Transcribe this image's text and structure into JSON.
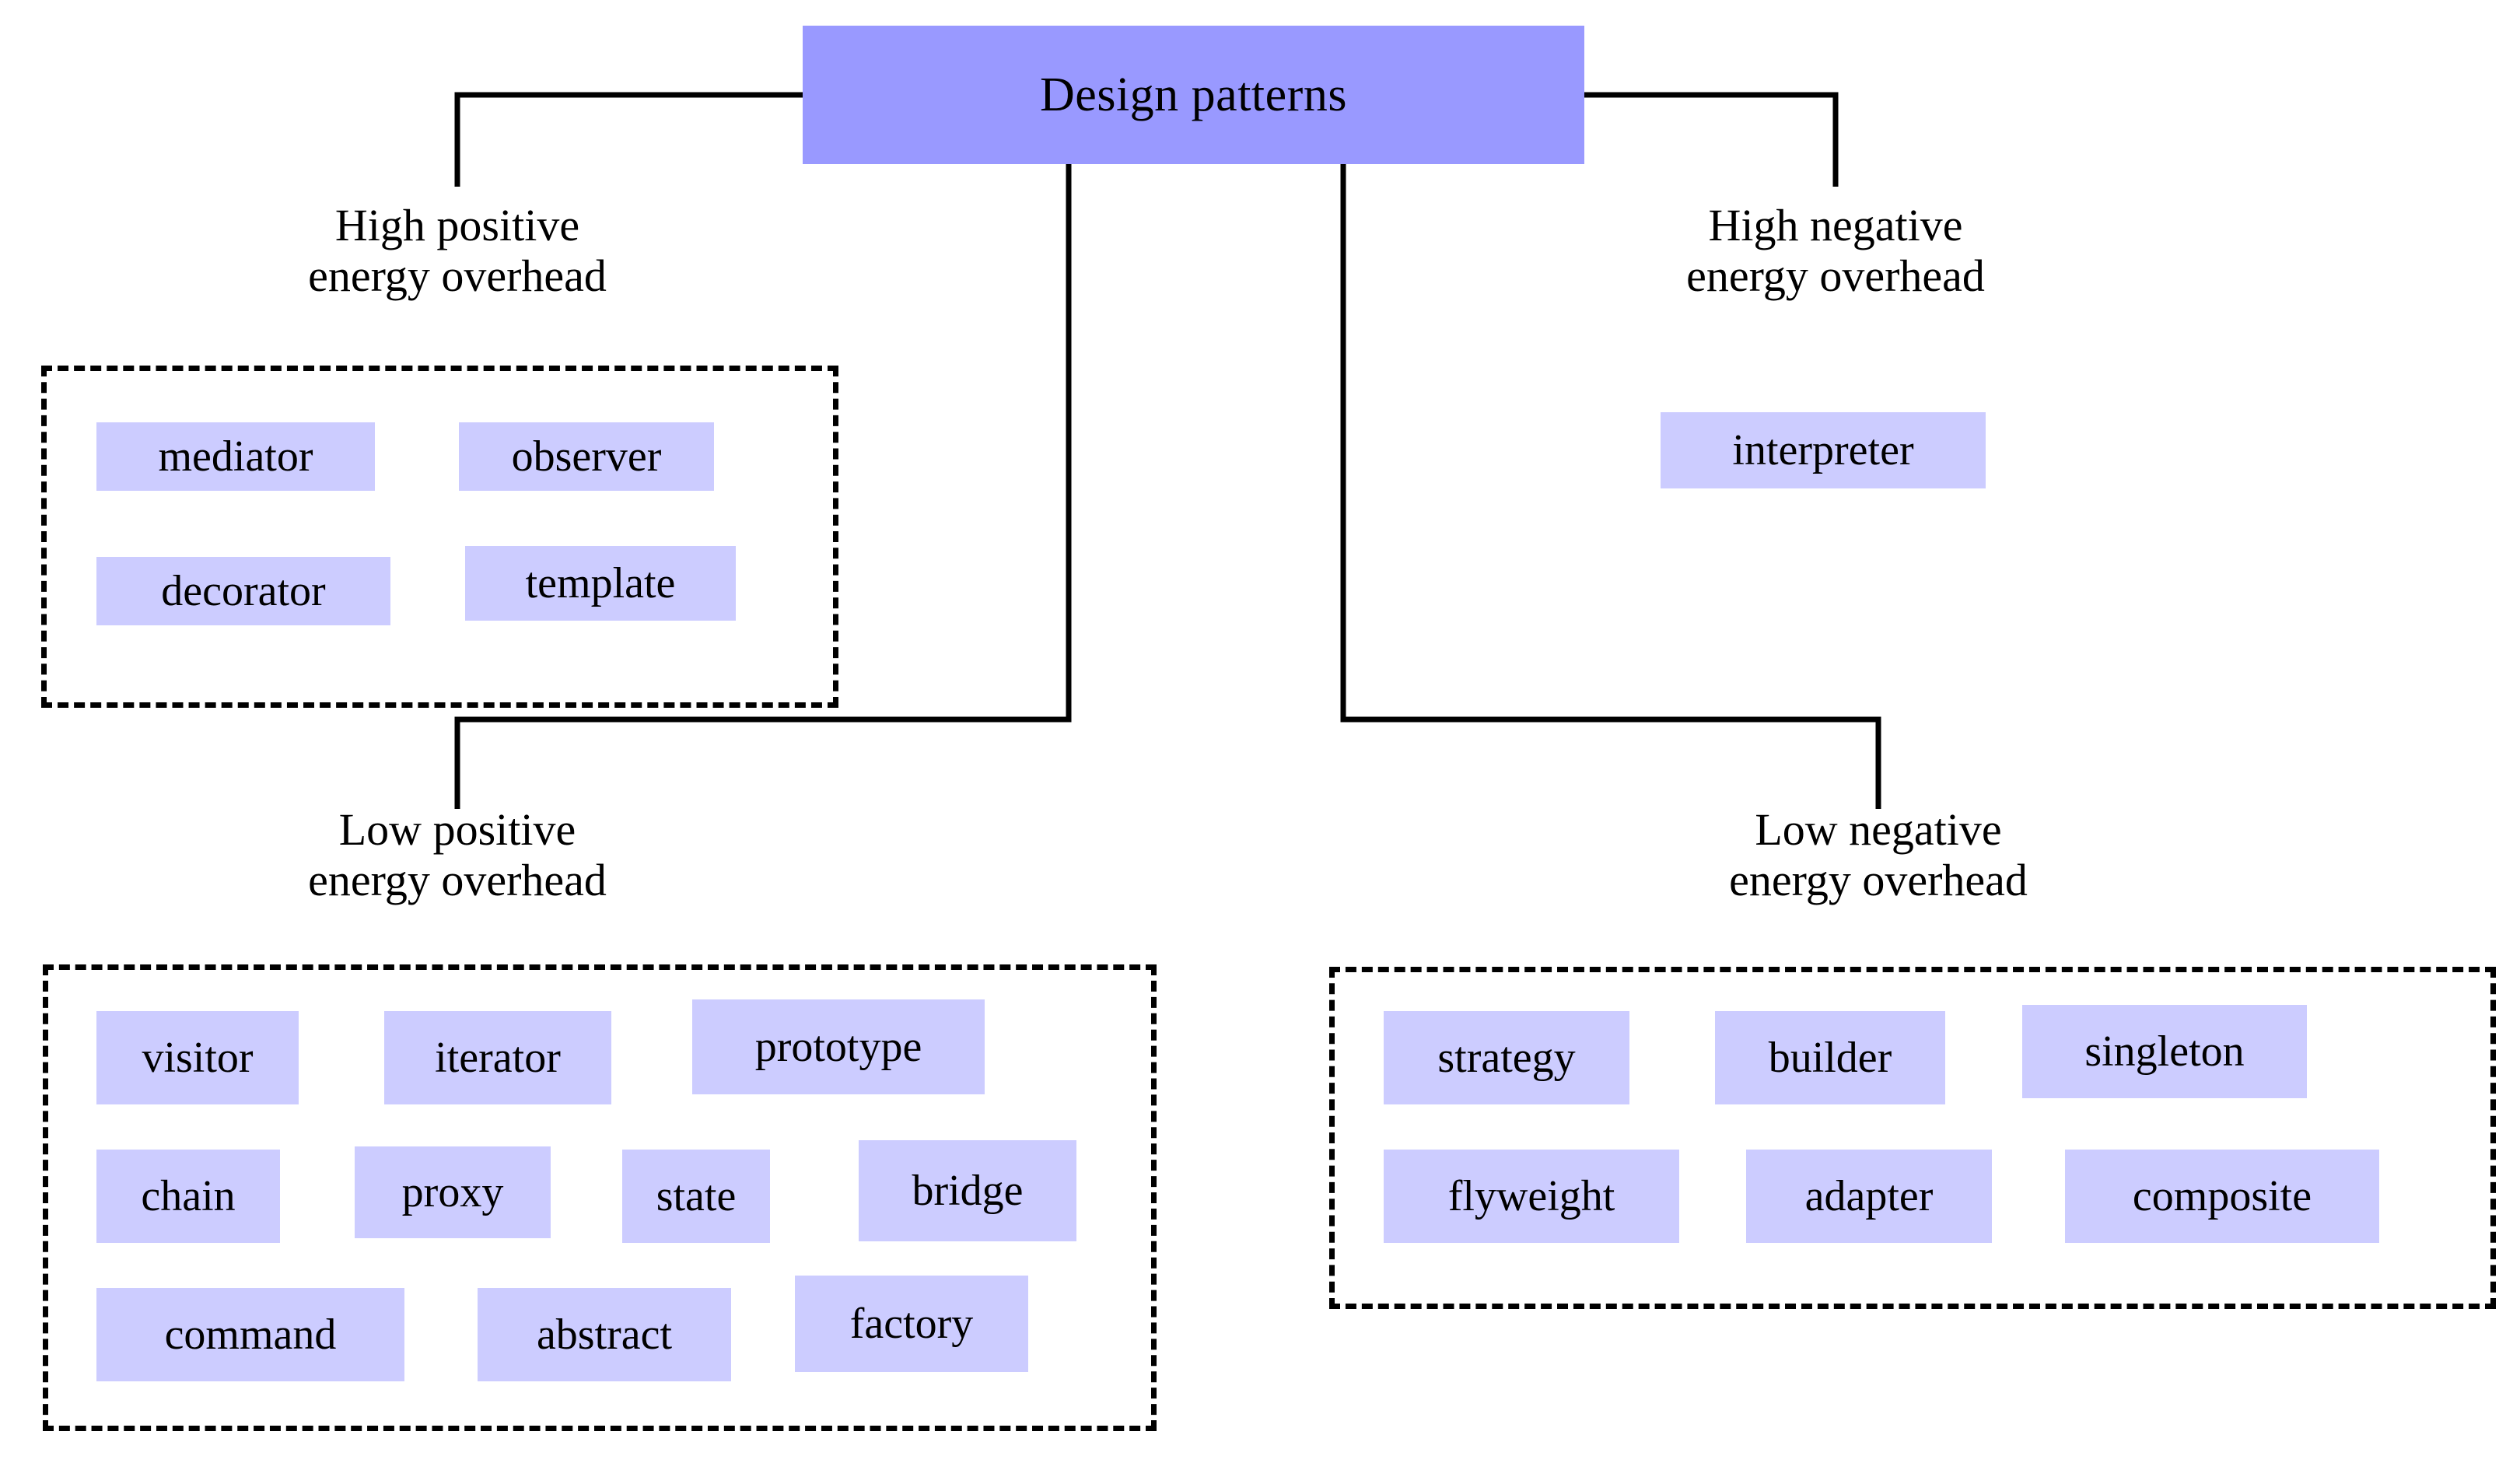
{
  "diagram": {
    "title": "Design patterns",
    "colors": {
      "root_fill": "#9999FF",
      "chip_fill": "#CCCCFF",
      "line": "#000000",
      "background": "#FFFFFF"
    },
    "root": {
      "label": "Design patterns"
    },
    "branches": [
      {
        "id": "high-positive",
        "caption_line1": "High positive",
        "caption_line2": "energy overhead",
        "boxed": true,
        "patterns": [
          "mediator",
          "observer",
          "decorator",
          "template"
        ]
      },
      {
        "id": "high-negative",
        "caption_line1": "High negative",
        "caption_line2": "energy overhead",
        "boxed": false,
        "patterns": [
          "interpreter"
        ]
      },
      {
        "id": "low-positive",
        "caption_line1": "Low positive",
        "caption_line2": "energy overhead",
        "boxed": true,
        "patterns": [
          "visitor",
          "iterator",
          "prototype",
          "chain",
          "proxy",
          "state",
          "bridge",
          "command",
          "abstract",
          "factory"
        ]
      },
      {
        "id": "low-negative",
        "caption_line1": "Low negative",
        "caption_line2": "energy overhead",
        "boxed": true,
        "patterns": [
          "strategy",
          "builder",
          "singleton",
          "flyweight",
          "adapter",
          "composite"
        ]
      }
    ]
  }
}
